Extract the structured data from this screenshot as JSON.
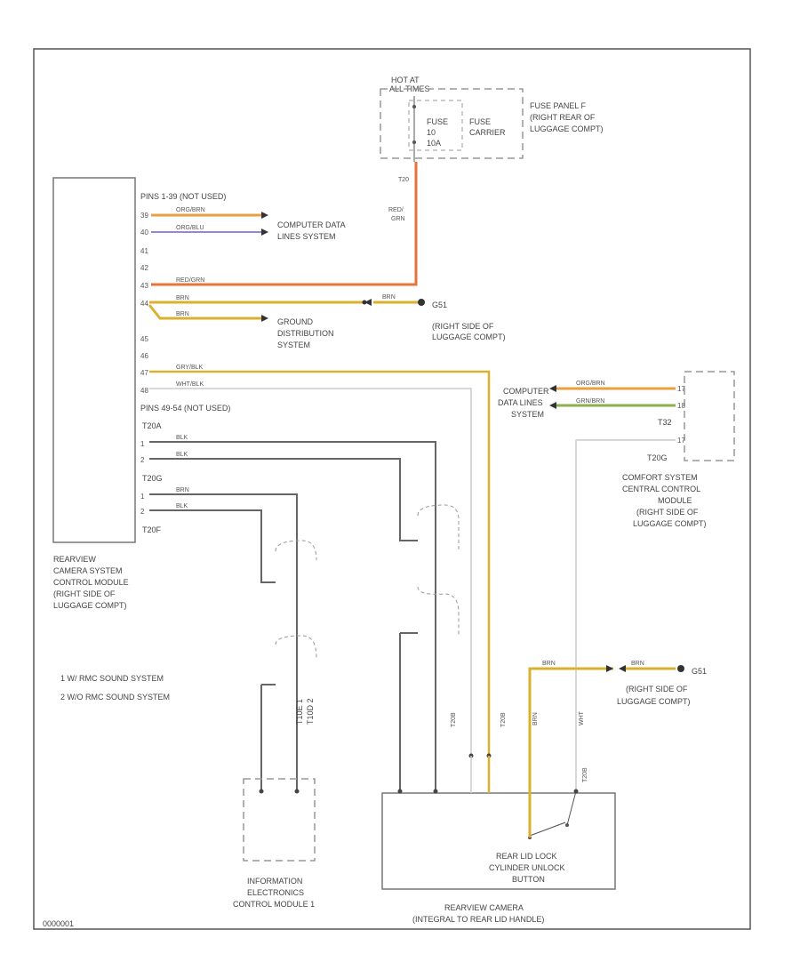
{
  "colors": {
    "red_orange": "#e8733a",
    "orange": "#e8a040",
    "yellow": "#d9b030",
    "violet": "#9a86c8",
    "green": "#8ab050",
    "gray": "#aaaaaa",
    "dark": "#555555",
    "wire_light": "#cccccc"
  },
  "fuse": {
    "hot_label_1": "HOT AT",
    "hot_label_2": "ALL TIMES",
    "fuse_label_1": "FUSE",
    "fuse_label_2": "10",
    "fuse_label_3": "10A",
    "carrier_label_1": "FUSE",
    "carrier_label_2": "CARRIER",
    "panel_label_1": "FUSE PANEL F",
    "panel_label_2": "(RIGHT REAR OF",
    "panel_label_3": "LUGGAGE COMPT)",
    "wire_tag": "T20",
    "wire_color_1": "RED/",
    "wire_color_2": "GRN"
  },
  "camera_module": {
    "pins_note_top": "PINS 1-39 (NOT USED)",
    "pins_note_mid": "PINS 49-54 (NOT USED)",
    "pins": [
      "39",
      "40",
      "41",
      "42",
      "43",
      "44",
      "45",
      "46",
      "47",
      "48"
    ],
    "wires": [
      "ORG/BRN",
      "ORG/BLU",
      "RED/GRN",
      "BRN",
      "BRN",
      "GRY/BLK",
      "WHT/BLK"
    ],
    "connector_1": "T20A",
    "connector_2": "T20G",
    "connector_3": "T20F",
    "sub_pins": [
      "1",
      "2",
      "1",
      "2"
    ],
    "sub_wires": [
      "BLK",
      "BLK",
      "BRN",
      "BLK"
    ],
    "label_lines": [
      "REARVIEW",
      "CAMERA SYSTEM",
      "CONTROL MODULE",
      "(RIGHT SIDE OF",
      "LUGGAGE COMPT)"
    ]
  },
  "systems": {
    "data_lines_1": "COMPUTER DATA",
    "data_lines_2": "LINES SYSTEM",
    "ground_1": "GROUND",
    "ground_2": "DISTRIBUTION",
    "ground_3": "SYSTEM",
    "g1_tag": "BRN",
    "g1_name": "G51",
    "g1_desc_1": "(RIGHT SIDE OF",
    "g1_desc_2": "LUGGAGE COMPT)"
  },
  "comfort": {
    "data_1": "COMPUTER",
    "data_2": "DATA LINES",
    "data_3": "SYSTEM",
    "wire_1": "ORG/BRN",
    "wire_2": "GRN/BRN",
    "pin_1": "17",
    "pin_2": "18",
    "pin_3": "17",
    "conn_1": "T32",
    "conn_2": "T20G",
    "label_lines": [
      "COMFORT SYSTEM",
      "CENTRAL CONTROL",
      "MODULE",
      "(RIGHT SIDE OF",
      "LUGGAGE COMPT)"
    ]
  },
  "legend": {
    "item_1": "1   W/ RMC SOUND SYSTEM",
    "item_2": "2   W/O RMC SOUND SYSTEM"
  },
  "info_module": {
    "conn_1": "T10E 1",
    "conn_2": "T10D 2",
    "label_lines": [
      "INFORMATION",
      "ELECTRONICS",
      "CONTROL MODULE 1"
    ]
  },
  "rear_camera": {
    "g2_tag": "BRN",
    "g2_wire": "BRN",
    "g2_name": "G51",
    "g2_desc_1": "(RIGHT SIDE OF",
    "g2_desc_2": "LUGGAGE COMPT)",
    "button_lines": [
      "REAR LID LOCK",
      "CYLINDER UNLOCK",
      "BUTTON"
    ],
    "label_1": "REARVIEW CAMERA",
    "label_2": "(INTEGRAL TO REAR LID HANDLE)",
    "conn_1": "T20B",
    "conn_2": "T20B",
    "conn_3": "T20B",
    "wire_brn": "BRN",
    "wire_wht": "WHT"
  },
  "footer_code": "0000001"
}
